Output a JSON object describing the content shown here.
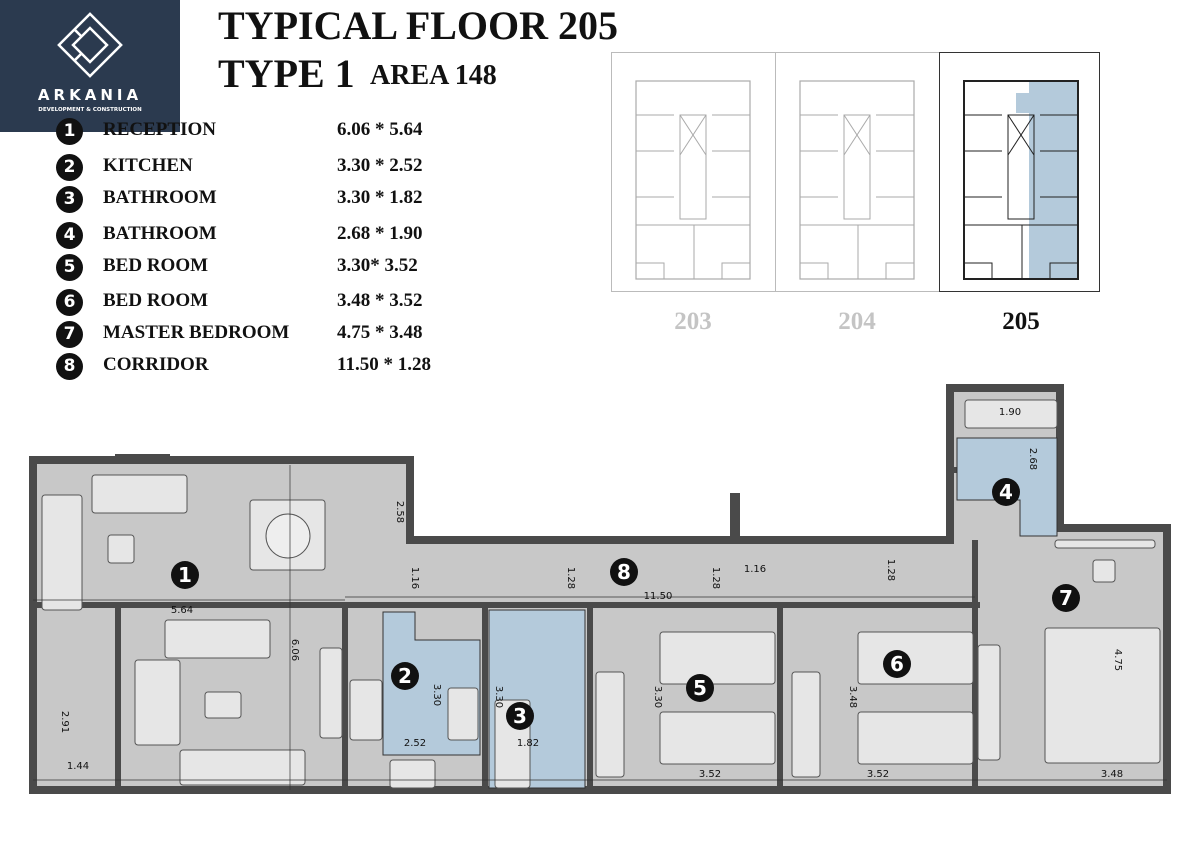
{
  "logo": {
    "brand": "ARKANIA",
    "tagline": "DEVELOPMENT & CONSTRUCTION"
  },
  "header": {
    "title": "TYPICAL FLOOR 205",
    "type": "TYPE 1",
    "area": "AREA 148"
  },
  "legend": [
    {
      "num": "1",
      "label": "RECEPTION",
      "dims": "6.06 * 5.64"
    },
    {
      "num": "2",
      "label": "KITCHEN",
      "dims": "3.30 * 2.52"
    },
    {
      "num": "3",
      "label": "BATHROOM",
      "dims": "3.30 * 1.82"
    },
    {
      "num": "4",
      "label": "BATHROOM",
      "dims": "2.68 * 1.90"
    },
    {
      "num": "5",
      "label": "BED ROOM",
      "dims": "3.30* 3.52"
    },
    {
      "num": "6",
      "label": "BED ROOM",
      "dims": "3.48 * 3.52"
    },
    {
      "num": "7",
      "label": "MASTER BEDROOM",
      "dims": "4.75 * 3.48"
    },
    {
      "num": "8",
      "label": "CORRIDOR",
      "dims": "11.50 * 1.28"
    }
  ],
  "units": [
    {
      "label": "203",
      "selected": false
    },
    {
      "label": "204",
      "selected": false
    },
    {
      "label": "205",
      "selected": true
    }
  ],
  "colors": {
    "logo_bg": "#2b3a4f",
    "highlight": "#b4cadb",
    "floor": "#c8c8c8",
    "wall": "#4a4a4a"
  },
  "dimensions": [
    "2.58",
    "1.16",
    "1.28",
    "1.28",
    "1.16",
    "1.28",
    "11.50",
    "5.64",
    "6.06",
    "2.91",
    "1.44",
    "2.52",
    "3.30",
    "3.30",
    "1.82",
    "3.30",
    "3.52",
    "3.48",
    "3.52",
    "3.48",
    "4.75",
    "1.90",
    "2.68"
  ],
  "room_numbers": [
    "1",
    "2",
    "3",
    "4",
    "5",
    "6",
    "7",
    "8"
  ]
}
